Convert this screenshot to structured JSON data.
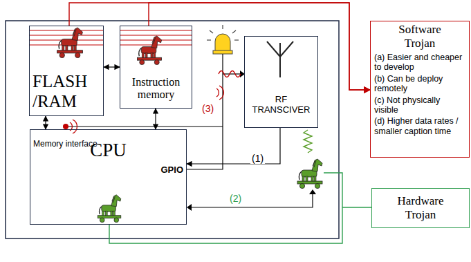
{
  "diagram": {
    "nodes": [
      {
        "text": [
          "FLASH /RAM"
        ]
      },
      {
        "text": [
          "Instruction memory"
        ]
      },
      {
        "text": [
          "RF TRANSCIVER"
        ]
      },
      {
        "text": [
          "Memory interface",
          "CPU",
          "GPIO"
        ]
      },
      {
        "text": [
          "Software Trojan",
          "(a) Easier and cheaper to develop",
          "(b) Can be deploy remotely",
          "(c) Not physically visible",
          "(d) Higher data rates / smaller caption time"
        ]
      },
      {
        "text": [
          "Hardware Trojan"
        ]
      }
    ],
    "edges": [
      {
        "from": 0,
        "to": 1,
        "arrow": "both"
      },
      {
        "from": 2,
        "to": 3,
        "label": "(1)",
        "arrow": "to"
      },
      {
        "from": 0,
        "to": 3,
        "arrow": "both"
      },
      {
        "from": 1,
        "to": 3,
        "arrow": "both"
      },
      {
        "from": 0,
        "to": 4,
        "arrow": "to"
      },
      {
        "from": 1,
        "to": 4,
        "arrow": "to"
      },
      {
        "from": 3,
        "to": 5,
        "arrow": "none"
      }
    ],
    "labels": [
      "(2)",
      "(3)"
    ]
  }
}
